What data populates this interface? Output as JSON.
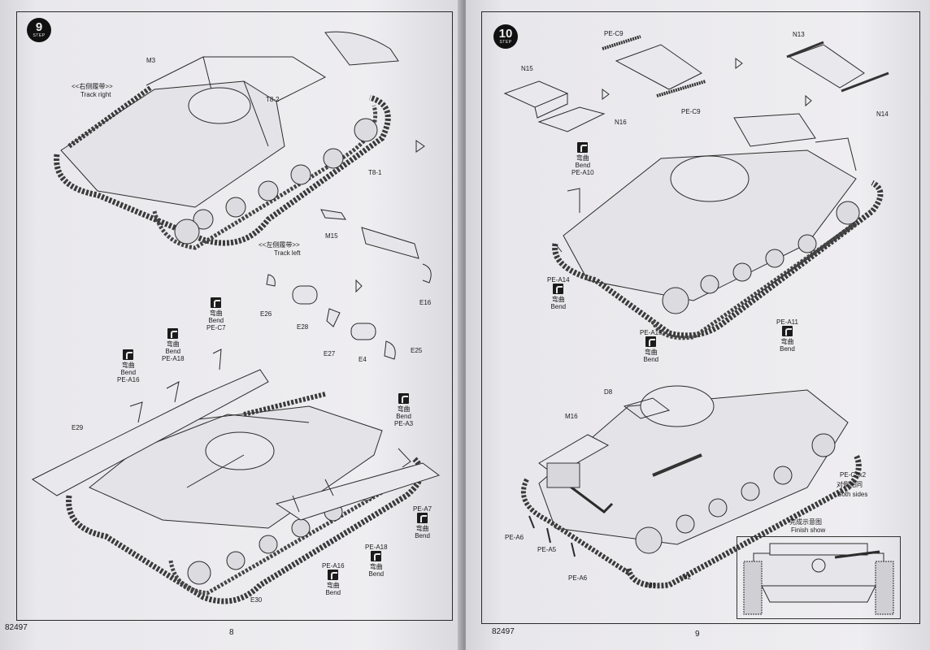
{
  "left_page": {
    "step": {
      "number": "9",
      "word": "STEP"
    },
    "labels": {
      "track_right_cn": "<<右侧履带>>",
      "track_right_en": "Track right",
      "track_left_cn": "<<左侧履带>>",
      "track_left_en": "Track left",
      "m3": "M3",
      "t8_2": "T8-2",
      "t8_1": "T8-1",
      "m15": "M15",
      "e16": "E16",
      "e26": "E26",
      "e28": "E28",
      "e27": "E27",
      "e4": "E4",
      "e25": "E25",
      "e29": "E29",
      "e30": "E30"
    },
    "bend_notes": [
      {
        "cn": "弯曲",
        "en": "Bend",
        "part": "PE-C7"
      },
      {
        "cn": "弯曲",
        "en": "Bend",
        "part": "PE-A18"
      },
      {
        "cn": "弯曲",
        "en": "Bend",
        "part": "PE-A16"
      },
      {
        "cn": "弯曲",
        "en": "Bend",
        "part": "PE-A3"
      },
      {
        "cn": "弯曲",
        "en": "Bend",
        "part": "PE-A7"
      },
      {
        "cn": "弯曲",
        "en": "Bend",
        "part": "PE-A18"
      },
      {
        "cn": "弯曲",
        "en": "Bend",
        "part": "PE-A16"
      }
    ],
    "footer_code": "82497",
    "page_number": "8"
  },
  "right_page": {
    "step": {
      "number": "10",
      "word": "STEP"
    },
    "labels": {
      "pe_c9_top": "PE-C9",
      "pe_c9_bottom": "PE-C9",
      "n15": "N15",
      "n16": "N16",
      "n13": "N13",
      "n14": "N14",
      "d8": "D8",
      "m16": "M16",
      "pe_a6_left": "PE-A6",
      "pe_a5": "PE-A5",
      "pe_a6_bottom": "PE-A6",
      "m9": "M9",
      "m2": "M2",
      "pe_c8x2": "PE-C8x2",
      "both_cn": "对侧相同",
      "both_en": "Both sides",
      "finish_cn": "完成示意图",
      "finish_en": "Finish show"
    },
    "bend_notes": [
      {
        "cn": "弯曲",
        "en": "Bend",
        "part": "PE-A10"
      },
      {
        "cn": "弯曲",
        "en": "Bend",
        "part": "PE-A14"
      },
      {
        "cn": "弯曲",
        "en": "Bend",
        "part": "PE-A15"
      },
      {
        "cn": "弯曲",
        "en": "Bend",
        "part": "PE-A11"
      }
    ],
    "footer_code": "82497",
    "page_number": "9"
  },
  "colors": {
    "ink": "#1b1b1b",
    "paper": "#ecebee",
    "background": "#3c3b3a"
  }
}
